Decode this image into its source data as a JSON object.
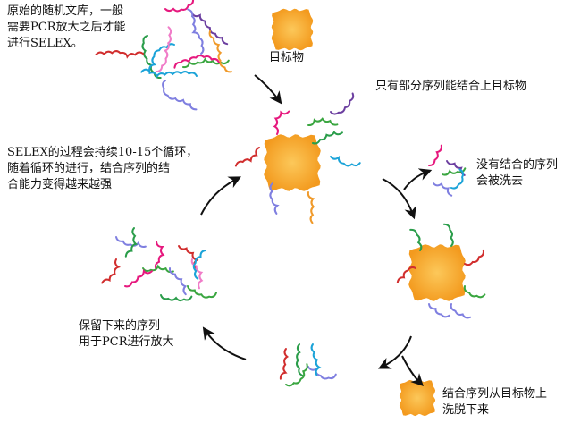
{
  "labels": {
    "library": "原始的随机文库，一般\n需要PCR放大之后才能\n进行SELEX。",
    "target": "目标物",
    "binding": "只有部分序列能结合上目标物",
    "cycle": "SELEX的过程会持续10-15个循环，\n随着循环的进行，结合序列的结\n合能力变得越来越强",
    "wash": "没有结合的序列\n会被洗去",
    "amplify": "保留下来的序列\n用于PCR进行放大",
    "elute": "结合序列从目标物上\n洗脱下来"
  },
  "colors": {
    "target_center": "#fcc85a",
    "target_edge": "#f39a1e",
    "strands": [
      "#e6197e",
      "#6c3fa0",
      "#2a9d4a",
      "#1ba3d8",
      "#d12e2e",
      "#7f7fe0",
      "#f09a2a",
      "#f07cc8",
      "#3aa640"
    ]
  }
}
